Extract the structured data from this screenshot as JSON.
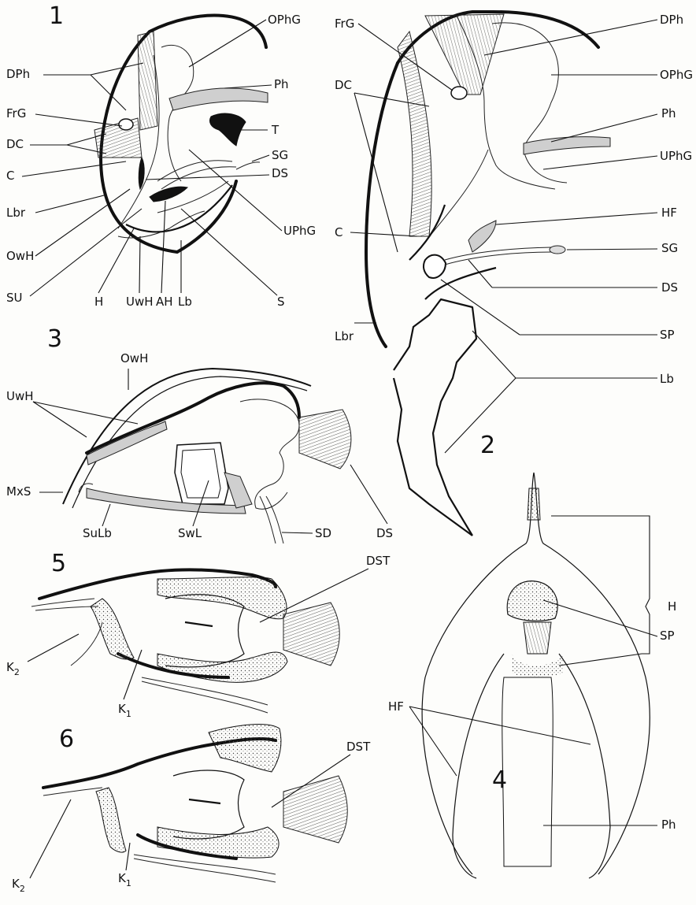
{
  "panels": [
    {
      "number": "1"
    },
    {
      "number": "2"
    },
    {
      "number": "3"
    },
    {
      "number": "4"
    },
    {
      "number": "5"
    },
    {
      "number": "6"
    }
  ],
  "labels": {
    "p1": {
      "OPhG": "OPhG",
      "DPh": "DPh",
      "Ph": "Ph",
      "FrG": "FrG",
      "T": "T",
      "DC": "DC",
      "SG": "SG",
      "C": "C",
      "DS": "DS",
      "Lbr": "Lbr",
      "UPhG": "UPhG",
      "OwH": "OwH",
      "SU": "SU",
      "H": "H",
      "UwH": "UwH",
      "AH": "AH",
      "Lb": "Lb",
      "S": "S"
    },
    "p2": {
      "FrG": "FrG",
      "DPh": "DPh",
      "OPhG": "OPhG",
      "DC": "DC",
      "Ph": "Ph",
      "UPhG": "UPhG",
      "HF": "HF",
      "C": "C",
      "SG": "SG",
      "DS": "DS",
      "SP": "SP",
      "Lbr": "Lbr",
      "Lb": "Lb"
    },
    "p3": {
      "OwH": "OwH",
      "UwH": "UwH",
      "MxS": "MxS",
      "SuLb": "SuLb",
      "SwL": "SwL",
      "SD": "SD",
      "DS": "DS"
    },
    "p4": {
      "H": "H",
      "SP": "SP",
      "HF": "HF",
      "Ph": "Ph"
    },
    "p5": {
      "DST": "DST",
      "K2": "K",
      "K2_sub": "2",
      "K1": "K",
      "K1_sub": "1"
    },
    "p6": {
      "DST": "DST",
      "K2": "K",
      "K2_sub": "2",
      "K1": "K",
      "K1_sub": "1"
    }
  }
}
